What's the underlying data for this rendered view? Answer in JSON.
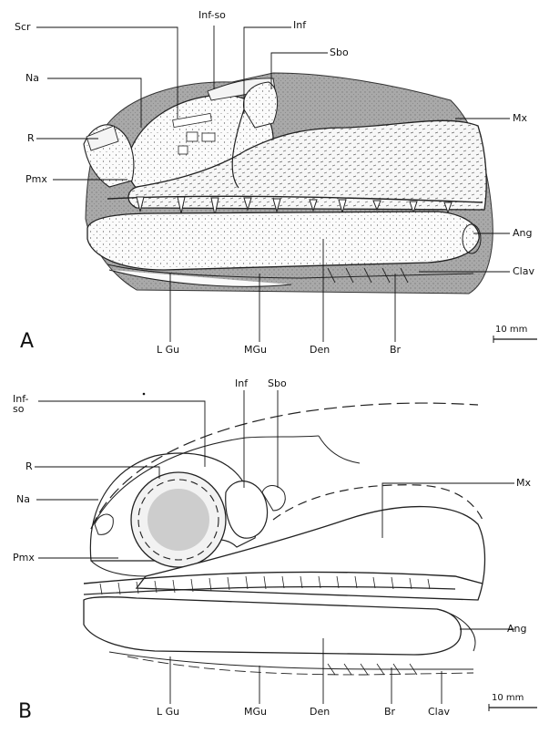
{
  "panels": [
    {
      "letter": "A",
      "labels": {
        "scr": "Scr",
        "inf_so": "Inf-so",
        "inf": "Inf",
        "sbo": "Sbo",
        "na": "Na",
        "r": "R",
        "pmx": "Pmx",
        "mx": "Mx",
        "ang": "Ang",
        "clav": "Clav",
        "lgu": "L Gu",
        "mgu": "MGu",
        "den": "Den",
        "br": "Br"
      },
      "scale": "10 mm"
    },
    {
      "letter": "B",
      "labels": {
        "inf_so": "Inf-\nso",
        "inf": "Inf",
        "sbo": "Sbo",
        "r": "R",
        "na": "Na",
        "pmx": "Pmx",
        "mx": "Mx",
        "ang": "Ang",
        "lgu": "L Gu",
        "mgu": "MGu",
        "den": "Den",
        "br": "Br",
        "clav": "Clav"
      },
      "scale": "10 mm"
    }
  ]
}
